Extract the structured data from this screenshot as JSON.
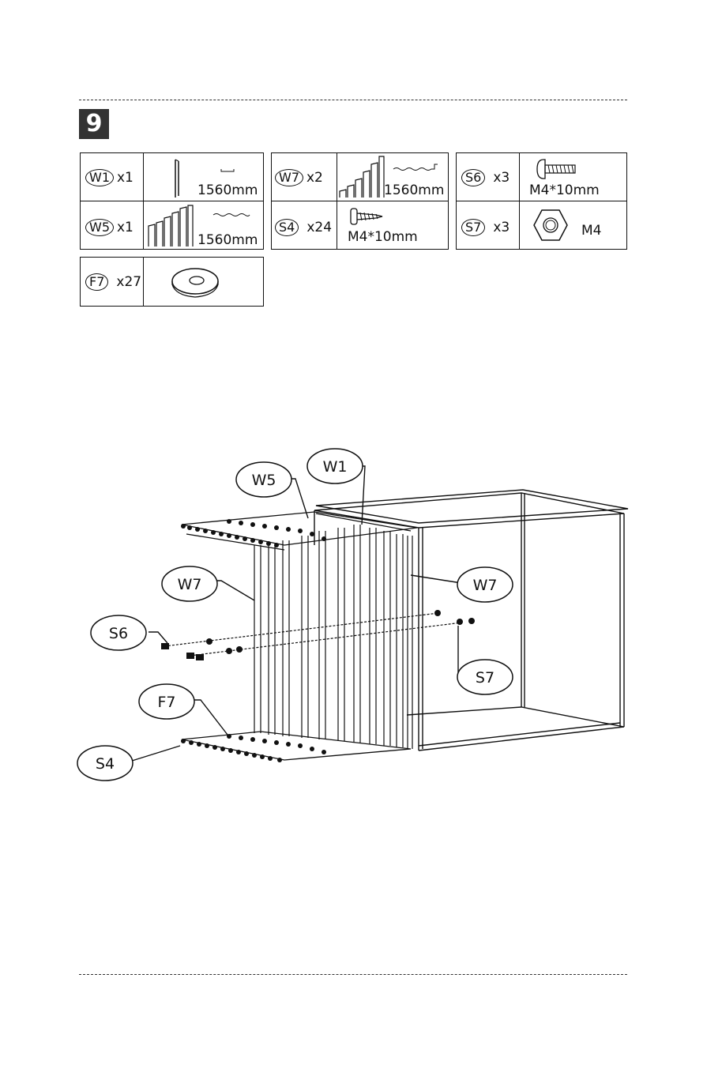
{
  "step_number": "9",
  "parts": [
    {
      "code": "W1",
      "qty": "x1",
      "dim": "1560mm"
    },
    {
      "code": "W7",
      "qty": "x2",
      "dim": "1560mm"
    },
    {
      "code": "S6",
      "qty": "x3",
      "dim": "M4*10mm"
    },
    {
      "code": "W5",
      "qty": "x1",
      "dim": "1560mm"
    },
    {
      "code": "S4",
      "qty": "x24",
      "dim": "M4*10mm"
    },
    {
      "code": "S7",
      "qty": "x3",
      "dim": "M4"
    },
    {
      "code": "F7",
      "qty": "x27",
      "dim": ""
    }
  ],
  "callouts": {
    "w5": "W5",
    "w1": "W1",
    "w7_left": "W7",
    "w7_right": "W7",
    "s6": "S6",
    "s7": "S7",
    "f7": "F7",
    "s4": "S4"
  }
}
